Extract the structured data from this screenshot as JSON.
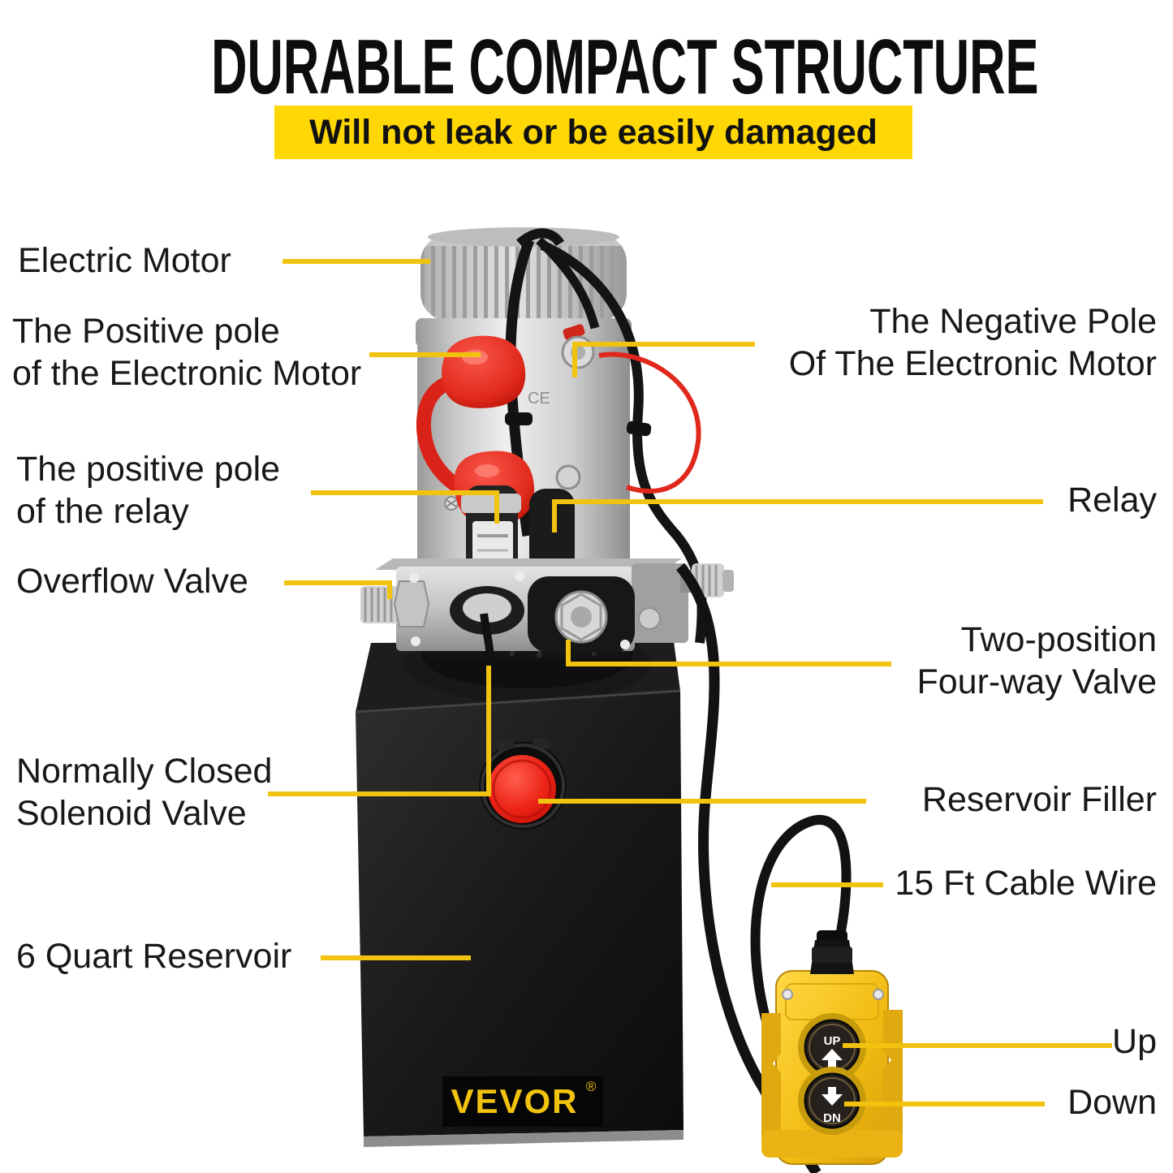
{
  "title": "DURABLE COMPACT STRUCTURE",
  "banner": {
    "text": "Will not leak or be easily damaged",
    "bg_color": "#FFD704"
  },
  "brand": {
    "logo_text": "VEVOR",
    "registered_mark": "®"
  },
  "colors": {
    "callout_line": "#F2C30E",
    "banner_yellow": "#FFD704",
    "tank_black": "#161616",
    "filler_cap_red": "#E61E13",
    "remote_yellow": "#F2C21D",
    "motor_silver": "#D6D6D6"
  },
  "markings": {
    "ce": "CE"
  },
  "remote": {
    "up_button_text": "UP",
    "down_button_text": "DN",
    "up_arrow_icon": "up-arrow",
    "down_arrow_icon": "down-arrow"
  },
  "callouts": {
    "electric_motor": {
      "label": "Electric Motor"
    },
    "positive_pole_motor": {
      "label": "The Positive pole\nof the Electronic Motor"
    },
    "positive_pole_relay": {
      "label": "The positive pole\nof the relay"
    },
    "overflow_valve": {
      "label": "Overflow Valve"
    },
    "nc_solenoid_valve": {
      "label": "Normally Closed\nSolenoid Valve"
    },
    "six_quart_reservoir": {
      "label": "6 Quart Reservoir"
    },
    "negative_pole_motor": {
      "label": "The Negative Pole\nOf The Electronic Motor"
    },
    "relay": {
      "label": "Relay"
    },
    "two_position_valve": {
      "label": "Two-position\nFour-way Valve"
    },
    "reservoir_filler": {
      "label": "Reservoir Filler"
    },
    "cable_wire": {
      "label": "15 Ft Cable Wire"
    },
    "up": {
      "label": "Up"
    },
    "down": {
      "label": "Down"
    }
  }
}
